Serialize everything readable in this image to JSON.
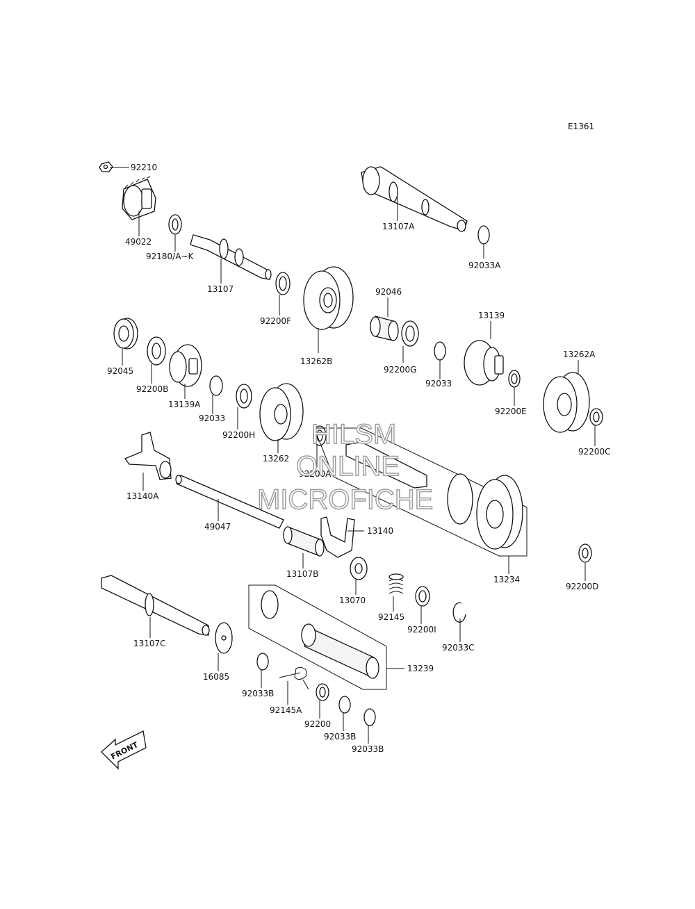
{
  "diagram_code": "E1361",
  "parts": [
    {
      "number": "92210"
    },
    {
      "number": "49022"
    },
    {
      "number": "92180/A~K"
    },
    {
      "number": "13107"
    },
    {
      "number": "92200F"
    },
    {
      "number": "13262B"
    },
    {
      "number": "13107A"
    },
    {
      "number": "92033A"
    },
    {
      "number": "92046"
    },
    {
      "number": "92200G"
    },
    {
      "number": "13139"
    },
    {
      "number": "92033"
    },
    {
      "number": "92200E"
    },
    {
      "number": "13262A"
    },
    {
      "number": "92200C"
    },
    {
      "number": "92045"
    },
    {
      "number": "92200B"
    },
    {
      "number": "13139A"
    },
    {
      "number": "92033"
    },
    {
      "number": "92200H"
    },
    {
      "number": "13262"
    },
    {
      "number": "92200A"
    },
    {
      "number": "13140A"
    },
    {
      "number": "49047"
    },
    {
      "number": "13140"
    },
    {
      "number": "13107B"
    },
    {
      "number": "13070"
    },
    {
      "number": "13234"
    },
    {
      "number": "92200D"
    },
    {
      "number": "92145"
    },
    {
      "number": "92200I"
    },
    {
      "number": "92033C"
    },
    {
      "number": "13107C"
    },
    {
      "number": "16085"
    },
    {
      "number": "13239"
    },
    {
      "number": "92033B"
    },
    {
      "number": "92145A"
    },
    {
      "number": "92200"
    },
    {
      "number": "92033B"
    },
    {
      "number": "92033B"
    }
  ],
  "direction_label": "FRONT",
  "watermark": {
    "line1": "HILSM",
    "line2": "ONLINE",
    "line3": "MICROFICHE"
  }
}
